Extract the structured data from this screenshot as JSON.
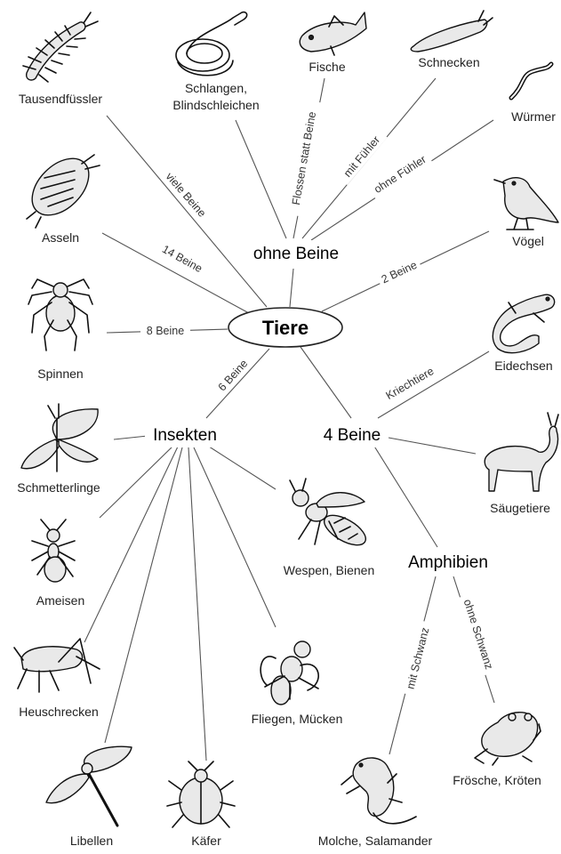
{
  "root": {
    "label": "Tiere"
  },
  "hubs": {
    "ohne_beine": "ohne Beine",
    "insekten": "Insekten",
    "vier_beine": "4 Beine",
    "amphibien": "Amphibien"
  },
  "animals": {
    "tausendfuessler": "Tausendfüssler",
    "schlangen_1": "Schlangen,",
    "schlangen_2": "Blindschleichen",
    "fische": "Fische",
    "schnecken": "Schnecken",
    "wuermer": "Würmer",
    "voegel": "Vögel",
    "asseln": "Asseln",
    "spinnen": "Spinnen",
    "eidechsen": "Eidechsen",
    "schmetterlinge": "Schmetterlinge",
    "saeugetiere": "Säugetiere",
    "ameisen": "Ameisen",
    "wespen": "Wespen, Bienen",
    "heuschrecken": "Heuschrecken",
    "fliegen": "Fliegen, Mücken",
    "libellen": "Libellen",
    "kaefer": "Käfer",
    "molche": "Molche, Salamander",
    "froesche": "Frösche, Kröten"
  },
  "edge_labels": {
    "viele_beine": "viele Beine",
    "flossen": "Flossen statt Beine",
    "mit_fuehler": "mit Fühler",
    "ohne_fuehler": "ohne Fühler",
    "vierzehn_beine": "14 Beine",
    "zwei_beine": "2 Beine",
    "acht_beine": "8 Beine",
    "sechs_beine": "6 Beine",
    "kriechtiere": "Kriechtiere",
    "mit_schwanz": "mit Schwanz",
    "ohne_schwanz": "ohne Schwanz"
  }
}
